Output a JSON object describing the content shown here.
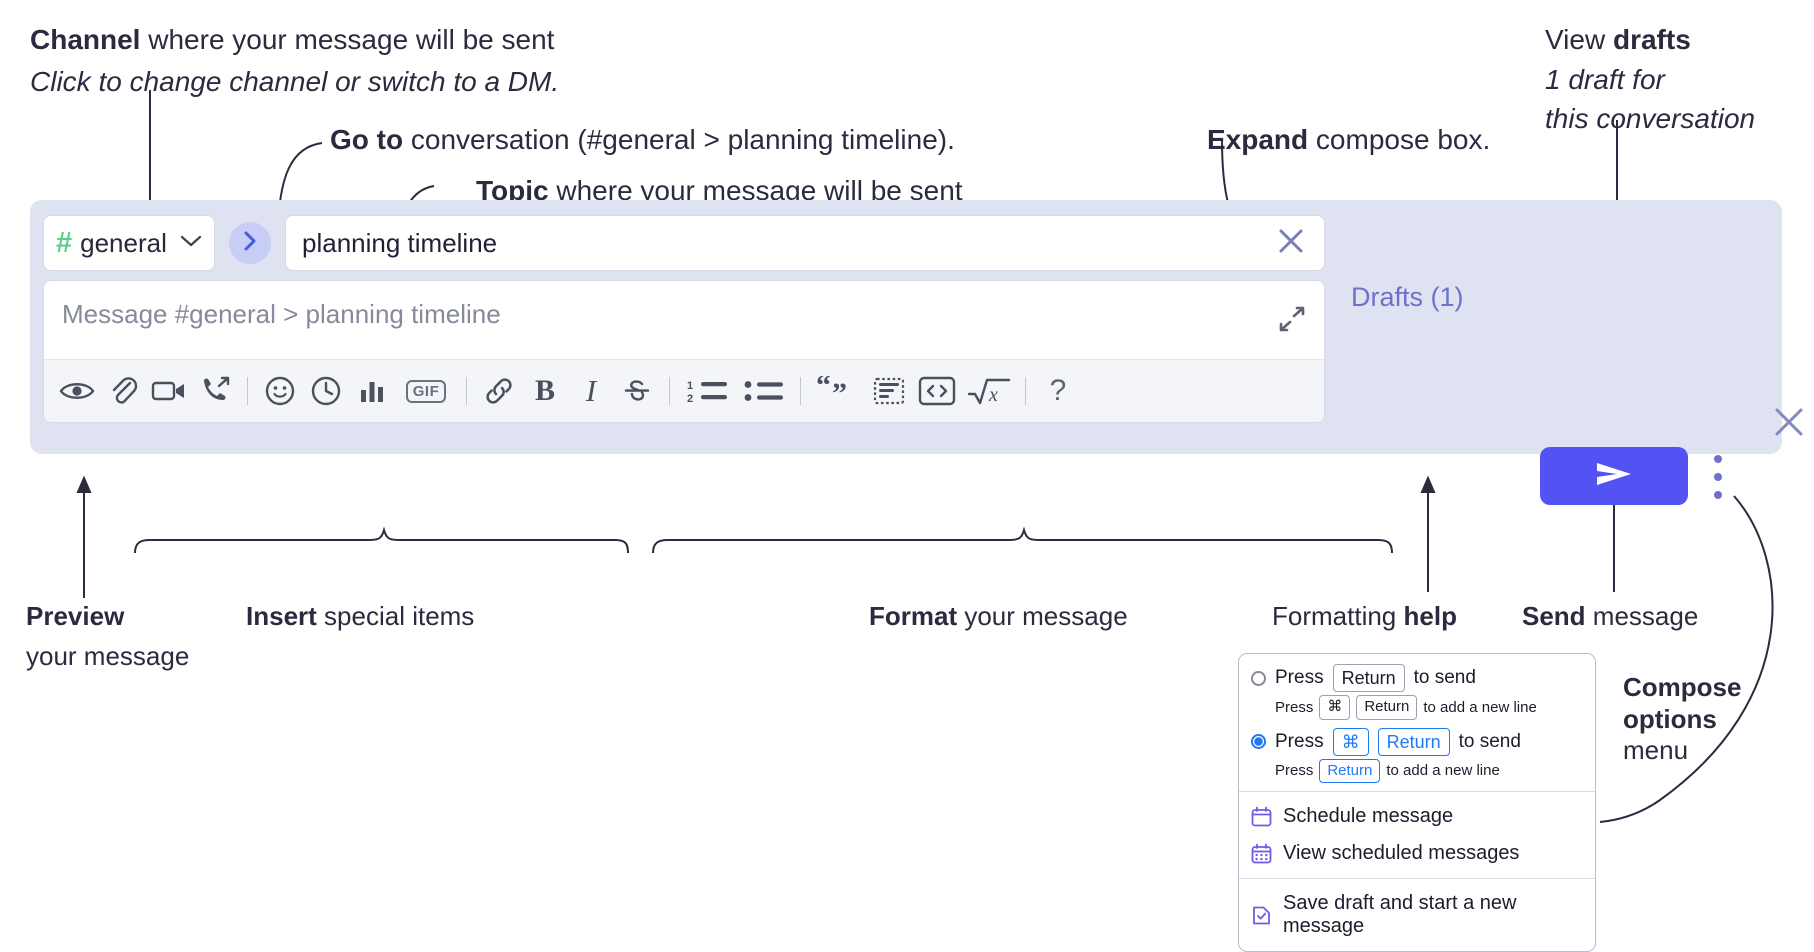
{
  "annotations": {
    "channel": {
      "bold": "Channel",
      "rest": " where your message will be sent",
      "italic": "Click to change channel or switch to a DM."
    },
    "goto": {
      "bold": "Go to",
      "rest": " conversation (#general > planning timeline)."
    },
    "topic": {
      "bold": "Topic",
      "rest": " where your message will be sent"
    },
    "expand": {
      "bold": "Expand",
      "rest": " compose box."
    },
    "drafts": {
      "line1_rest": "View ",
      "line1_bold": "drafts",
      "italic1": "1 draft for",
      "italic2": "this conversation"
    },
    "preview": {
      "bold": "Preview",
      "rest": "your message"
    },
    "insert": {
      "bold": "Insert",
      "rest": " special items"
    },
    "format": {
      "bold": "Format",
      "rest": " your message"
    },
    "formatting_help": {
      "rest": "Formatting ",
      "bold": "help"
    },
    "send": {
      "bold": "Send",
      "rest": " message"
    },
    "compose_options": {
      "bold1": "Compose",
      "bold2": "options",
      "rest": "menu"
    }
  },
  "compose": {
    "channel_name": "general",
    "hash_symbol": "#",
    "topic_value": "planning timeline",
    "message_placeholder": "Message #general > planning timeline",
    "drafts_label": "Drafts (1)",
    "toolbar": [
      {
        "name": "preview-icon",
        "label": "Preview"
      },
      {
        "name": "attachment-icon",
        "label": "Attach file"
      },
      {
        "name": "video-icon",
        "label": "Record video"
      },
      {
        "name": "call-icon",
        "label": "Start call"
      },
      {
        "name": "separator",
        "label": ""
      },
      {
        "name": "emoji-icon",
        "label": "Emoji"
      },
      {
        "name": "reminder-clock-icon",
        "label": "Reminder"
      },
      {
        "name": "poll-icon",
        "label": "Poll"
      },
      {
        "name": "gif-icon",
        "label": "GIF"
      },
      {
        "name": "separator",
        "label": ""
      },
      {
        "name": "link-icon",
        "label": "Link"
      },
      {
        "name": "bold-icon",
        "label": "Bold"
      },
      {
        "name": "italic-icon",
        "label": "Italic"
      },
      {
        "name": "strikethrough-icon",
        "label": "Strikethrough"
      },
      {
        "name": "separator",
        "label": ""
      },
      {
        "name": "numbered-list-icon",
        "label": "Numbered list"
      },
      {
        "name": "bulleted-list-icon",
        "label": "Bulleted list"
      },
      {
        "name": "separator",
        "label": ""
      },
      {
        "name": "quote-icon",
        "label": "Quote"
      },
      {
        "name": "spoiler-icon",
        "label": "Spoiler"
      },
      {
        "name": "code-icon",
        "label": "Code"
      },
      {
        "name": "math-icon",
        "label": "Math"
      },
      {
        "name": "separator",
        "label": ""
      },
      {
        "name": "help-icon",
        "label": "?"
      }
    ],
    "gif_label": "GIF",
    "help_label": "?"
  },
  "options_menu": {
    "radio_options": [
      {
        "selected": false,
        "main_pre": "Press",
        "main_keys": [
          "Return"
        ],
        "main_post": "to send",
        "sub_pre": "Press",
        "sub_keys": [
          "⌘",
          "Return"
        ],
        "sub_post": "to add a new line"
      },
      {
        "selected": true,
        "main_pre": "Press",
        "main_keys": [
          "⌘",
          "Return"
        ],
        "main_post": "to send",
        "sub_pre": "Press",
        "sub_keys": [
          "Return"
        ],
        "sub_post": "to add a new line"
      }
    ],
    "items": [
      {
        "icon": "calendar-schedule-icon",
        "label": "Schedule message"
      },
      {
        "icon": "calendar-grid-icon",
        "label": "View scheduled messages"
      },
      {
        "icon": "save-draft-icon",
        "label": "Save draft and start a new message"
      }
    ]
  },
  "colors": {
    "panel_bg": "#dfe2f0",
    "send_button": "#5352f3",
    "hash_green": "#5ecd8f",
    "link_purple": "#6d72c9",
    "accent_blue": "#1f7af5",
    "icon_gray": "#5f6373"
  }
}
